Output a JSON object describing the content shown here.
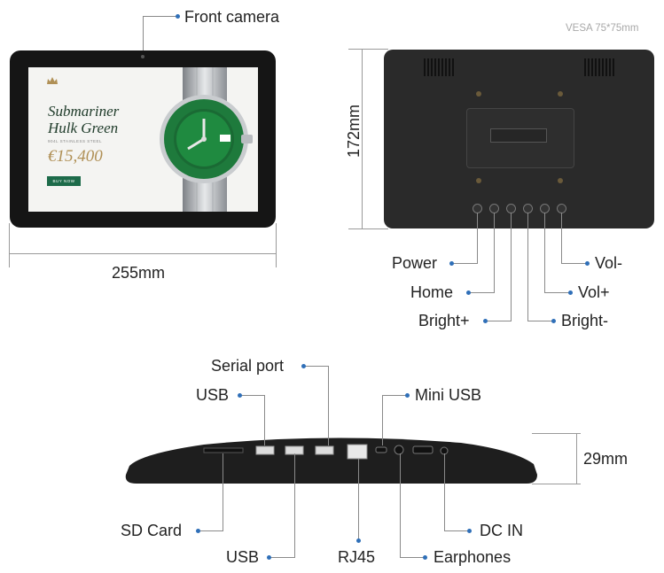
{
  "labels": {
    "front_camera": "Front camera",
    "width": "255mm",
    "height": "172mm",
    "depth": "29mm",
    "vesa": "VESA 75*75mm",
    "power": "Power",
    "home": "Home",
    "bright_plus": "Bright+",
    "bright_minus": "Bright-",
    "vol_plus": "Vol+",
    "vol_minus": "Vol-",
    "serial_port": "Serial port",
    "usb_top": "USB",
    "mini_usb": "Mini USB",
    "sd_card": "SD Card",
    "usb_bottom": "USB",
    "rj45": "RJ45",
    "earphones": "Earphones",
    "dc_in": "DC IN"
  },
  "screen": {
    "title_line1": "Submariner",
    "title_line2": "Hulk Green",
    "subtitle": "904L STAINLESS STEEL",
    "price": "€15,400",
    "button": "BUY NOW"
  },
  "colors": {
    "accent_dot": "#2f6fb8",
    "device_body": "#1e1e1e",
    "watch_green": "#1e7a3c"
  },
  "icons": [
    "crown-logo-icon"
  ]
}
